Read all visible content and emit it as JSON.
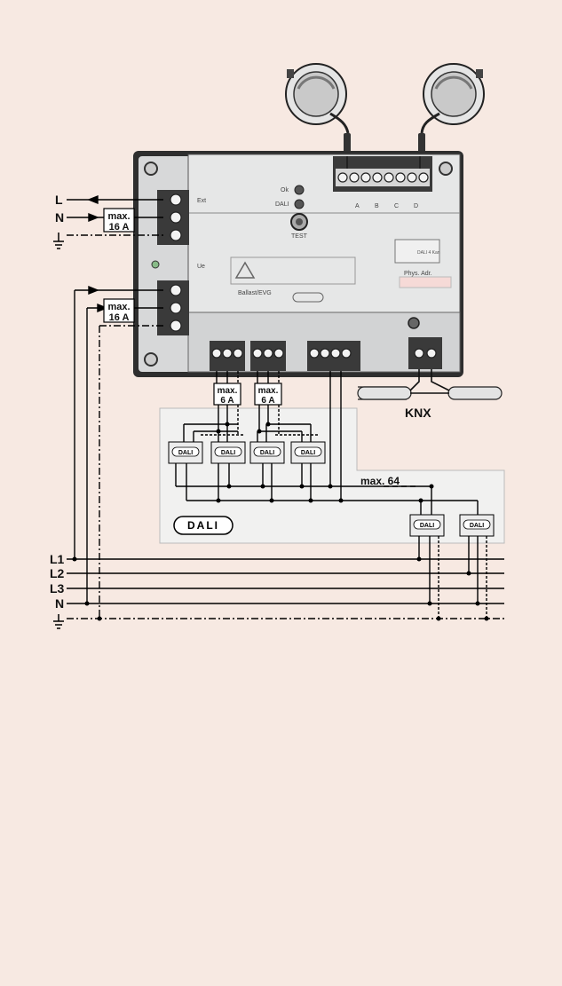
{
  "diagram": {
    "mains_left": {
      "l": "L",
      "n": "N"
    },
    "fuse_top": {
      "line1": "max.",
      "line2": "16 A"
    },
    "fuse_mid": {
      "line1": "max.",
      "line2": "16 A"
    },
    "fuse_small_1": {
      "line1": "max.",
      "line2": "6 A"
    },
    "fuse_small_2": {
      "line1": "max.",
      "line2": "6 A"
    },
    "knx_label": "KNX",
    "max_devices": "max. 64",
    "dali_logo": "DALI",
    "ballast_label": "DALI",
    "phases": [
      "L1",
      "L2",
      "L3",
      "N"
    ],
    "device": {
      "ext": "Ext",
      "ok": "Ok",
      "dali": "DALI",
      "test": "TEST",
      "channels": [
        "A",
        "B",
        "C",
        "D"
      ],
      "ue": "Ue",
      "ballast": "Ballast/EVG",
      "phys_adr": "Phys. Adr.",
      "dali_4": "DALI 4 Kan"
    }
  },
  "colors": {
    "background": "#f7e9e2",
    "device": "#d9dadb",
    "device_dark": "#2b2b2b",
    "panel": "#f2f2f1",
    "line": "#000000"
  }
}
